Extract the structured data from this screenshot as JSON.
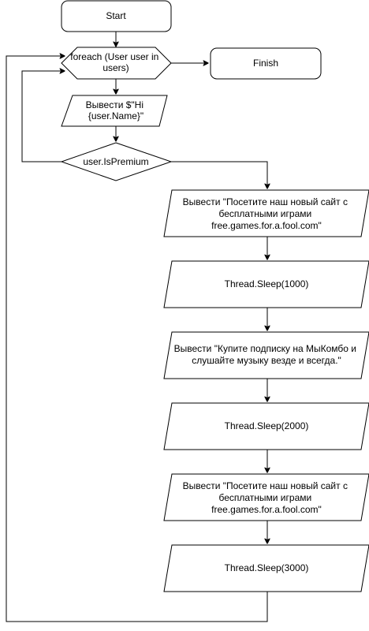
{
  "diagram": {
    "start": "Start",
    "foreach": [
      "foreach (User user in",
      "users)"
    ],
    "finish": "Finish",
    "output_hi": [
      "Вывести $\"Hi",
      "{user.Name}\""
    ],
    "condition": "user.IsPremium",
    "output_site_1": [
      "Вывести \"Посетите наш новый сайт с",
      "бесплатными играми",
      "free.games.for.a.fool.com\""
    ],
    "sleep_1": "Thread.Sleep(1000)",
    "output_subscribe": [
      "Вывести \"Купите подписку на МыКомбо и",
      "слушайте музыку везде и всегда.\""
    ],
    "sleep_2": "Thread.Sleep(2000)",
    "output_site_2": [
      "Вывести \"Посетите наш новый сайт с",
      "бесплатными играми",
      "free.games.for.a.fool.com\""
    ],
    "sleep_3": "Thread.Sleep(3000)"
  }
}
